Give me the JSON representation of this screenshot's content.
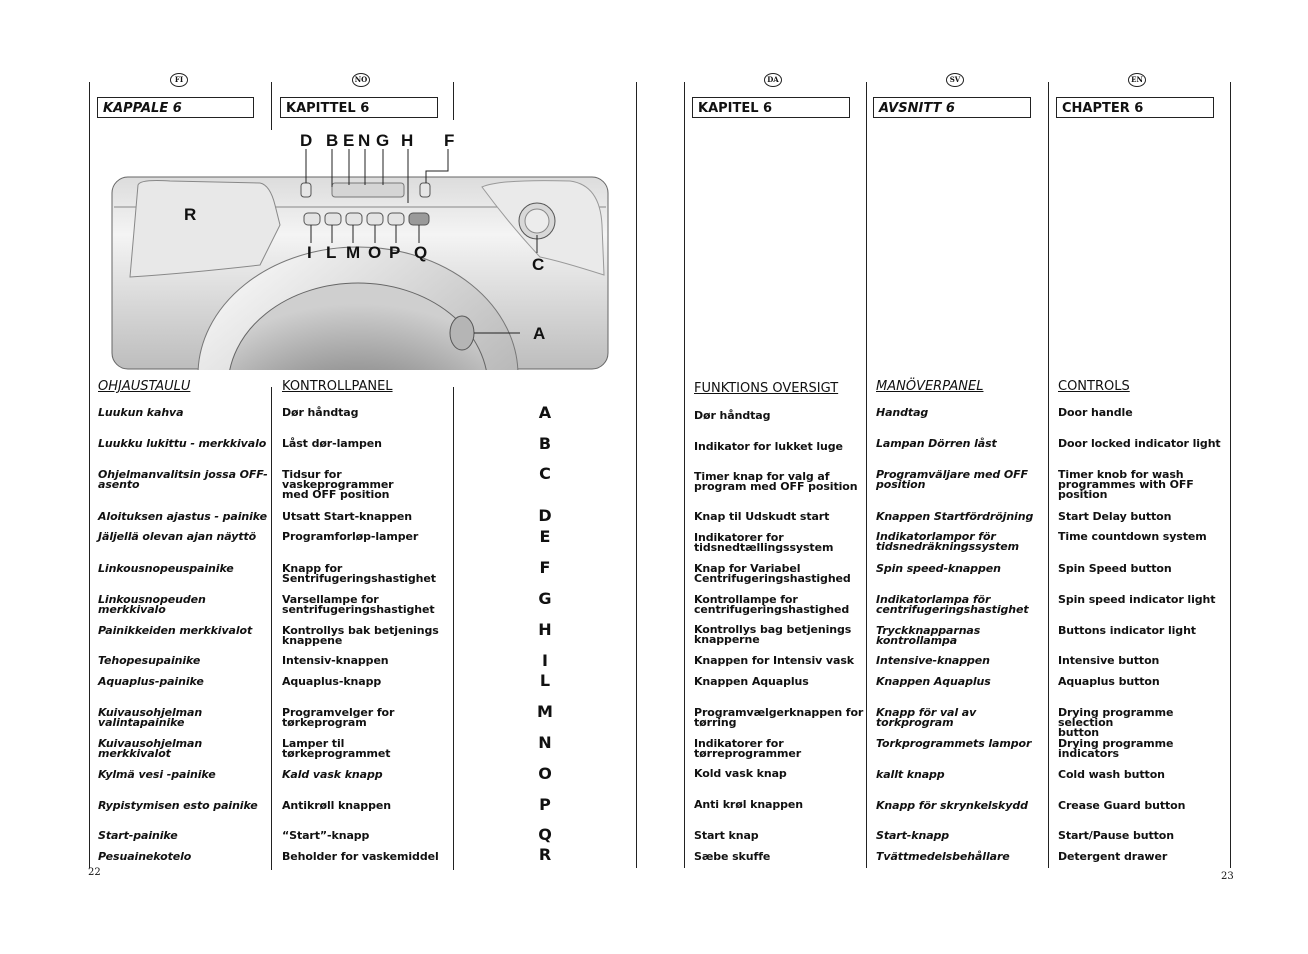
{
  "pages": {
    "left": "22",
    "right": "23"
  },
  "flags": [
    "FI",
    "NO",
    "DA",
    "SV",
    "EN"
  ],
  "chapters": [
    "KAPPALE 6",
    "KAPITTEL 6",
    "KAPITEL 6",
    "AVSNITT 6",
    "CHAPTER 6"
  ],
  "sections": [
    "OHJAUSTAULU",
    "KONTROLLPANEL ",
    "FUNKTIONS OVERSIGT ",
    "MANÖVERPANEL ",
    "CONTROLS"
  ],
  "panel_labels": {
    "top": [
      "D",
      "B",
      "E",
      "N",
      "G",
      "H",
      "F"
    ],
    "bottom": [
      "I",
      "L",
      "M",
      "O",
      "P",
      "Q"
    ],
    "other": [
      "R",
      "C",
      "A"
    ]
  },
  "letters": [
    "A",
    "B",
    "C",
    "D",
    "E",
    "F",
    "G",
    "H",
    "I",
    "L",
    "M",
    "N",
    "O",
    "P",
    "Q",
    "R"
  ],
  "columns": {
    "fi": [
      "Luukun kahva",
      "Luukku lukittu - merkkivalo",
      "Ohjelmanvalitsin jossa OFF-\nasento",
      "Aloituksen ajastus - painike",
      "Jäljellä olevan ajan näyttö",
      "Linkousnopeuspainike",
      "Linkousnopeuden merkkivalo",
      "Painikkeiden merkkivalot",
      "Tehopesupainike",
      "Aquaplus-painike",
      "Kuivausohjelman\nvalintapainike",
      "Kuivausohjelman merkkivalot",
      "Kylmä vesi  -painike",
      "Rypistymisen esto painike",
      "Start-painike",
      "Pesuainekotelo"
    ],
    "no": [
      "Dør håndtag",
      "Låst dør-lampen",
      "Tidsur for vaskeprogrammer\nmed  OFF position",
      "Utsatt Start-knappen",
      "Programforløp-lamper",
      "Knapp for\nSentrifugeringshastighet",
      "Varsellampe for\nsentrifugeringshastighet",
      "Kontrollys bak betjenings\nknappene",
      "Intensiv-knappen",
      "Aquaplus-knapp",
      "Programvelger for\ntørkeprogram",
      "Lamper til tørkeprogrammet",
      "Kald vask knapp",
      "Antikrøll knappen",
      "“Start”-knapp",
      "Beholder for vaskemiddel"
    ],
    "da": [
      "Dør håndtag",
      "Indikator for lukket luge",
      "Timer knap for valg af\nprogram med OFF position",
      "Knap til Udskudt start",
      "Indikatorer for\ntidsnedtællingssystem",
      "Knap for Variabel\nCentrifugeringshastighed",
      "Kontrollampe for\ncentrifugeringshastighed",
      "Kontrollys bag betjenings\nknapperne",
      "Knappen for Intensiv vask",
      "Knappen Aquaplus",
      "Programvælgerknappen for\ntørring",
      "Indikatorer for\ntørreprogrammer",
      "Kold vask knap",
      "Anti krøl knappen",
      "Start knap",
      "Sæbe skuffe"
    ],
    "sv": [
      "Handtag",
      "Lampan Dörren låst",
      "Programväljare med OFF\nposition",
      "Knappen Startfördröjning",
      "Indikatorlampor för\ntidsnedräkningssystem",
      "Spin speed-knappen",
      "Indikatorlampa för\ncentrifugeringshastighet",
      "Tryckknapparnas\nkontrollampa",
      "Intensive-knappen",
      "Knappen Aquaplus",
      "Knapp för val av torkprogram",
      "Torkprogrammets lampor",
      "kallt knapp",
      "Knapp för skrynkelskydd",
      "Start-knapp",
      "Tvättmedelsbehållare"
    ],
    "en": [
      "Door handle",
      "Door locked indicator light",
      "Timer knob for wash\nprogrammes with OFF position",
      "Start Delay button",
      "Time countdown system",
      "Spin Speed button",
      "Spin speed indicator light",
      "Buttons indicator light",
      "Intensive button",
      "Aquaplus button",
      "Drying programme selection\nbutton",
      "Drying programme indicators",
      "Cold wash button",
      "Crease Guard button",
      "Start/Pause button",
      "Detergent drawer"
    ]
  }
}
